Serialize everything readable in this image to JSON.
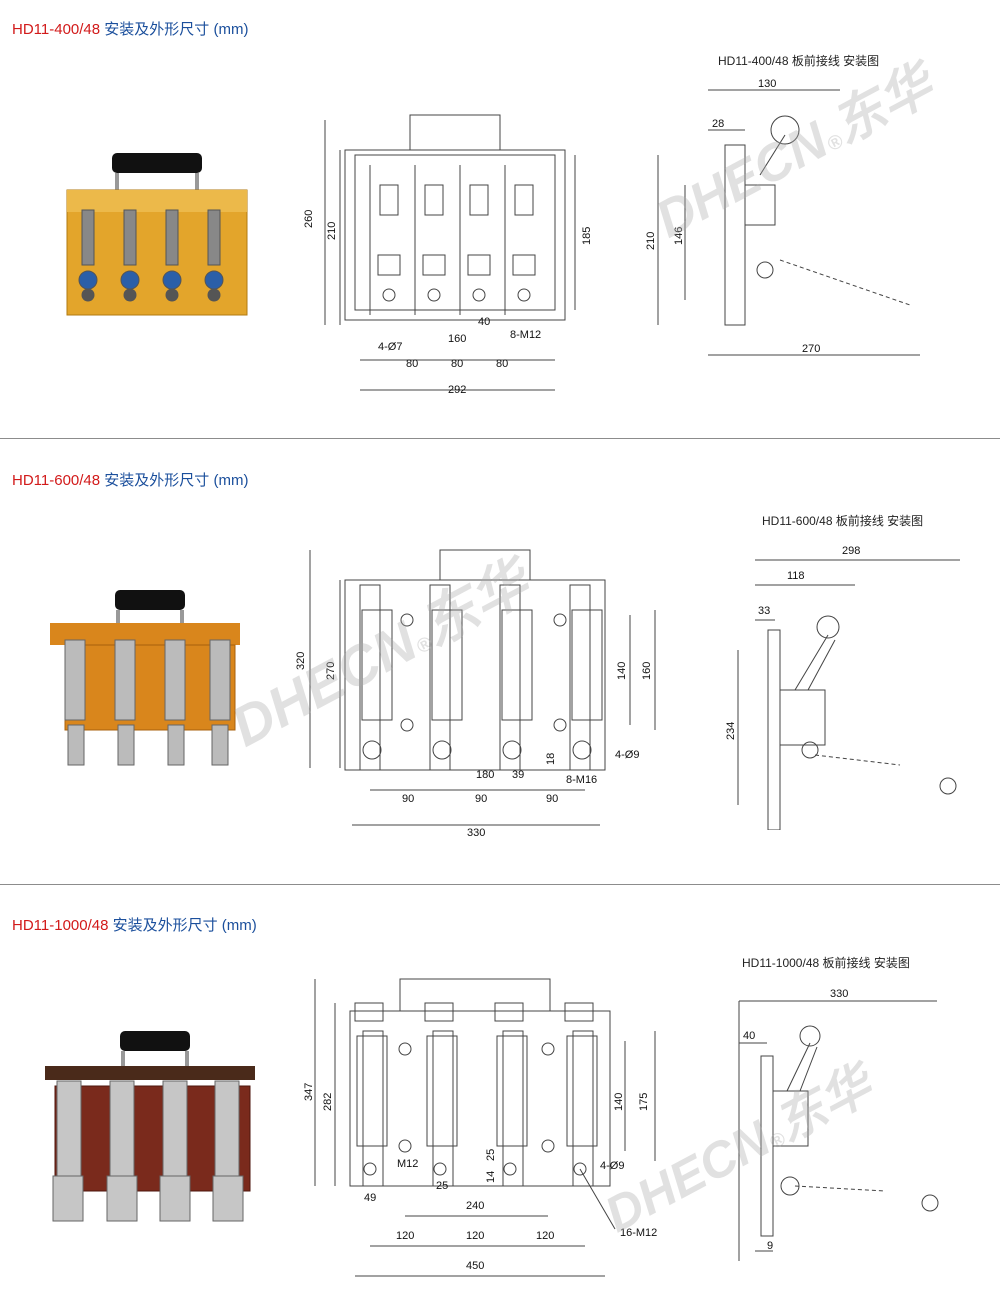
{
  "watermark": {
    "latin": "DHECN",
    "reg": "®",
    "chinese": "东华"
  },
  "sections": [
    {
      "model": "HD11-400/48",
      "desc": " 安装及外形尺寸 (mm)",
      "side_caption": "HD11-400/48 板前接线 安装图",
      "front_dims": [
        "260",
        "210",
        "185",
        "4-Ø7",
        "160",
        "40",
        "8-M12",
        "80",
        "80",
        "80",
        "292"
      ],
      "side_dims": [
        "130",
        "28",
        "210",
        "146",
        "270"
      ]
    },
    {
      "model": "HD11-600/48",
      "desc": " 安装及外形尺寸 (mm)",
      "side_caption": "HD11-600/48 板前接线 安装图",
      "front_dims": [
        "320",
        "270",
        "140",
        "160",
        "4-Ø9",
        "18",
        "180",
        "39",
        "8-M16",
        "90",
        "90",
        "90",
        "330"
      ],
      "side_dims": [
        "298",
        "118",
        "33",
        "234"
      ]
    },
    {
      "model": "HD11-1000/48",
      "desc": " 安装及外形尺寸 (mm)",
      "side_caption": "HD11-1000/48 板前接线 安装图",
      "front_dims": [
        "347",
        "282",
        "140",
        "175",
        "M12",
        "25",
        "14",
        "25",
        "4-Ø9",
        "49",
        "240",
        "120",
        "120",
        "120",
        "16-M12",
        "450"
      ],
      "side_dims": [
        "330",
        "40",
        "9"
      ]
    }
  ],
  "colors": {
    "model_red": "#d21a1a",
    "desc_blue": "#1b4f9c",
    "base_yellow": "#e3a52b",
    "base_orange": "#d9861c",
    "base_brown": "#7a2a1c",
    "handle_black": "#111111"
  }
}
